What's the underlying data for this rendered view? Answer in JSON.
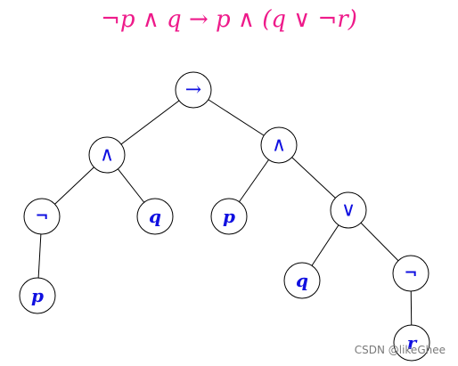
{
  "title": "¬p ∧ q → p ∧ (q ∨ ¬r)",
  "nodes": {
    "root": "→",
    "and_left": "∧",
    "and_right": "∧",
    "not_p": "¬",
    "var_q_left": "q",
    "var_p_right": "p",
    "or_node": "∨",
    "var_p_bottom": "p",
    "var_q_bottom": "q",
    "not_r": "¬",
    "var_r": "r"
  },
  "watermark": "CSDN @likeGhee",
  "colors": {
    "title": "#ee1a8a",
    "node_label": "#1010e0",
    "edge": "#000000"
  }
}
